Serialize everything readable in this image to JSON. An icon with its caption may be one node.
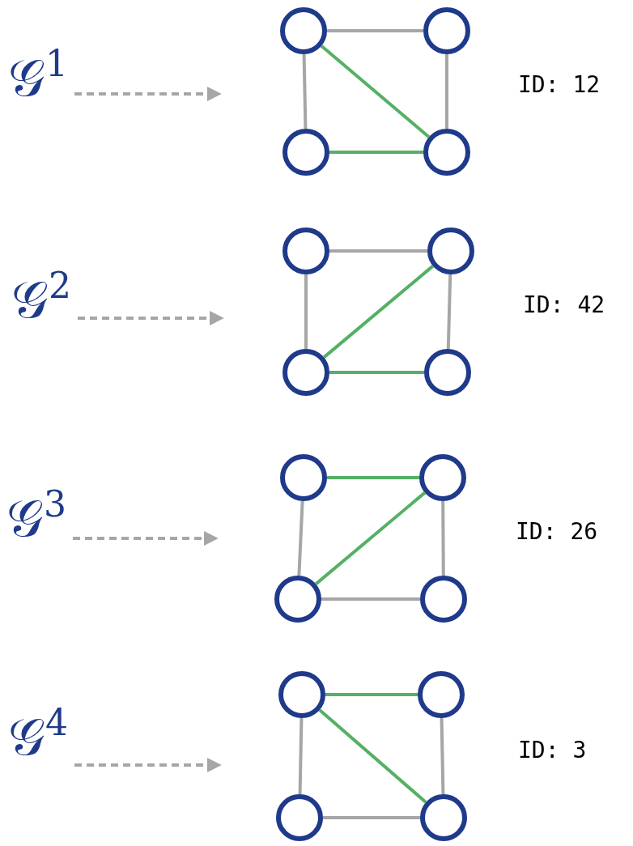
{
  "diagram": {
    "nodes": [
      {
        "text": [
          "𝒢$^{1}$"
        ]
      },
      {
        "text": [],
        "shape": "circle"
      },
      {
        "text": [],
        "shape": "circle"
      },
      {
        "text": [],
        "shape": "circle"
      },
      {
        "text": [],
        "shape": "circle"
      },
      {
        "text": [
          "𝒢$^{2}$"
        ]
      },
      {
        "text": [],
        "shape": "circle"
      },
      {
        "text": [],
        "shape": "circle"
      },
      {
        "text": [],
        "shape": "circle"
      },
      {
        "text": [],
        "shape": "circle"
      },
      {
        "text": [
          "𝒢$^{3}$"
        ]
      },
      {
        "text": [],
        "shape": "circle"
      },
      {
        "text": [],
        "shape": "circle"
      },
      {
        "text": [],
        "shape": "circle"
      },
      {
        "text": [],
        "shape": "circle"
      },
      {
        "text": [
          "𝒢$^{4}$"
        ]
      },
      {
        "text": [],
        "shape": "circle"
      },
      {
        "text": [],
        "shape": "circle"
      },
      {
        "text": [],
        "shape": "circle"
      },
      {
        "text": [],
        "shape": "circle"
      }
    ],
    "edges": [
      {
        "from": 0,
        "to": null,
        "arrow": "to",
        "style": "dashed"
      },
      {
        "from": 1,
        "to": 2,
        "arrow": "none"
      },
      {
        "from": 1,
        "to": 3,
        "arrow": "none"
      },
      {
        "from": 2,
        "to": 4,
        "arrow": "none"
      },
      {
        "from": 1,
        "to": 4,
        "arrow": "none",
        "color": "#55b065"
      },
      {
        "from": 3,
        "to": 4,
        "arrow": "none",
        "color": "#55b065"
      },
      {
        "from": 5,
        "to": null,
        "arrow": "to",
        "style": "dashed"
      },
      {
        "from": 6,
        "to": 7,
        "arrow": "none"
      },
      {
        "from": 6,
        "to": 8,
        "arrow": "none"
      },
      {
        "from": 7,
        "to": 9,
        "arrow": "none"
      },
      {
        "from": 7,
        "to": 8,
        "arrow": "none",
        "color": "#55b065"
      },
      {
        "from": 8,
        "to": 9,
        "arrow": "none",
        "color": "#55b065"
      },
      {
        "from": 10,
        "to": null,
        "arrow": "to",
        "style": "dashed"
      },
      {
        "from": 11,
        "to": 12,
        "arrow": "none",
        "color": "#55b065"
      },
      {
        "from": 11,
        "to": 13,
        "arrow": "none"
      },
      {
        "from": 12,
        "to": 14,
        "arrow": "none"
      },
      {
        "from": 12,
        "to": 13,
        "arrow": "none",
        "color": "#55b065"
      },
      {
        "from": 13,
        "to": 14,
        "arrow": "none"
      },
      {
        "from": 15,
        "to": null,
        "arrow": "to",
        "style": "dashed"
      },
      {
        "from": 16,
        "to": 17,
        "arrow": "none",
        "color": "#55b065"
      },
      {
        "from": 16,
        "to": 18,
        "arrow": "none"
      },
      {
        "from": 17,
        "to": 19,
        "arrow": "none"
      },
      {
        "from": 16,
        "to": 19,
        "arrow": "none",
        "color": "#55b065"
      },
      {
        "from": 18,
        "to": 19,
        "arrow": "none"
      }
    ],
    "labels": [
      "ID: 12",
      "ID: 42",
      "ID: 26",
      "ID: 3"
    ]
  }
}
